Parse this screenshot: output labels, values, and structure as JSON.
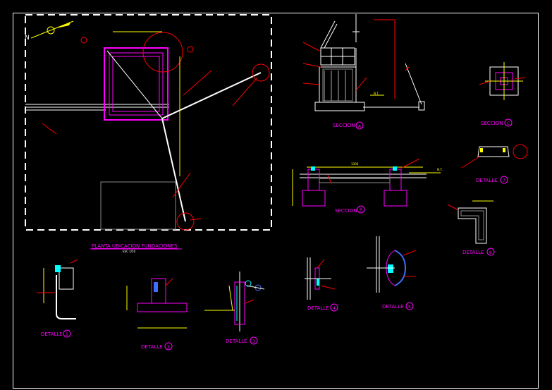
{
  "titles": {
    "main_plan": "PLANTA UBICACION FUNDACIONES",
    "main_plan_scale": "ESC 1/50",
    "seccion_a": "SECCION",
    "seccion_b": "SECCION",
    "seccion_c": "SECCION",
    "detalle_1": "DETALLE",
    "detalle_2": "DETALLE",
    "detalle_3": "DETALLE",
    "detalle_4": "DETALLE",
    "detalle_5": "DETALLE",
    "detalle_6": "DETALLE",
    "detalle_7": "DETALLE"
  },
  "markers": {
    "a": "A",
    "b": "B",
    "c": "C",
    "d1": "1",
    "d2": "2",
    "d3": "3",
    "d4": "4",
    "d5": "5",
    "d6": "6",
    "d7": "7"
  },
  "north_label": "N",
  "dims": {
    "sec_b_top": "1300",
    "sec_b_level": "N.T.",
    "sec_a_level": "N.T."
  },
  "colors": {
    "background": "#000000",
    "frame": "#ffffff",
    "title": "#ff00ff",
    "lines": "#ffffff",
    "annotations": "#ff0000",
    "dimensions": "#ffff00",
    "structure": "#00ffff",
    "foundation": "#ff00ff",
    "accent_blue": "#3f6fff"
  }
}
